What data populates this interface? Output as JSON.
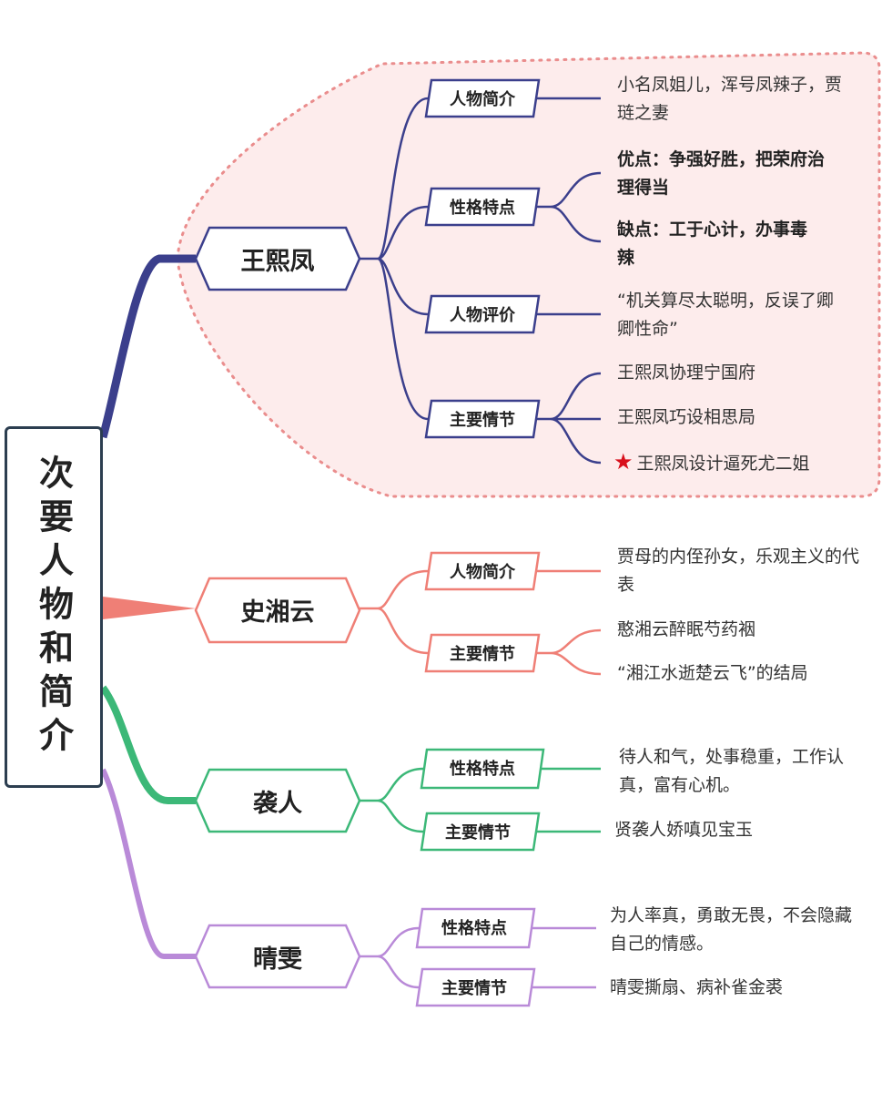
{
  "root": {
    "title": "次要人物和简介"
  },
  "colors": {
    "wang": "#3b3f8c",
    "shi": "#ef7f76",
    "xiren": "#3cb878",
    "qingwen": "#b98ad8",
    "cloud_fill": "#fdecec",
    "cloud_stroke": "#ea8d8d"
  },
  "branches": [
    {
      "name": "王熙凤",
      "subs": [
        {
          "label": "人物简介",
          "leaves": [
            "小名凤姐儿，浑号凤辣子，贾琏之妻"
          ]
        },
        {
          "label": "性格特点",
          "leaves": [
            "优点：争强好胜，把荣府治理得当",
            "缺点：工于心计，办事毒辣"
          ]
        },
        {
          "label": "人物评价",
          "leaves": [
            "“机关算尽太聪明，反误了卿卿性命”"
          ]
        },
        {
          "label": "主要情节",
          "leaves": [
            "王熙凤协理宁国府",
            "王熙凤巧设相思局",
            "王熙凤设计逼死尤二姐"
          ]
        }
      ]
    },
    {
      "name": "史湘云",
      "subs": [
        {
          "label": "人物简介",
          "leaves": [
            "贾母的内侄孙女，乐观主义的代表"
          ]
        },
        {
          "label": "主要情节",
          "leaves": [
            "憨湘云醉眠芍药裀",
            "“湘江水逝楚云飞”的结局"
          ]
        }
      ]
    },
    {
      "name": "袭人",
      "subs": [
        {
          "label": "性格特点",
          "leaves": [
            "待人和气，处事稳重，工作认真，富有心机。"
          ]
        },
        {
          "label": "主要情节",
          "leaves": [
            "贤袭人娇嗔见宝玉"
          ]
        }
      ]
    },
    {
      "name": "晴雯",
      "subs": [
        {
          "label": "性格特点",
          "leaves": [
            "为人率真，勇敢无畏，不会隐藏自己的情感。"
          ]
        },
        {
          "label": "主要情节",
          "leaves": [
            "晴雯撕扇、病补雀金裘"
          ]
        }
      ]
    }
  ],
  "icons": {
    "star": "red-star-icon"
  }
}
